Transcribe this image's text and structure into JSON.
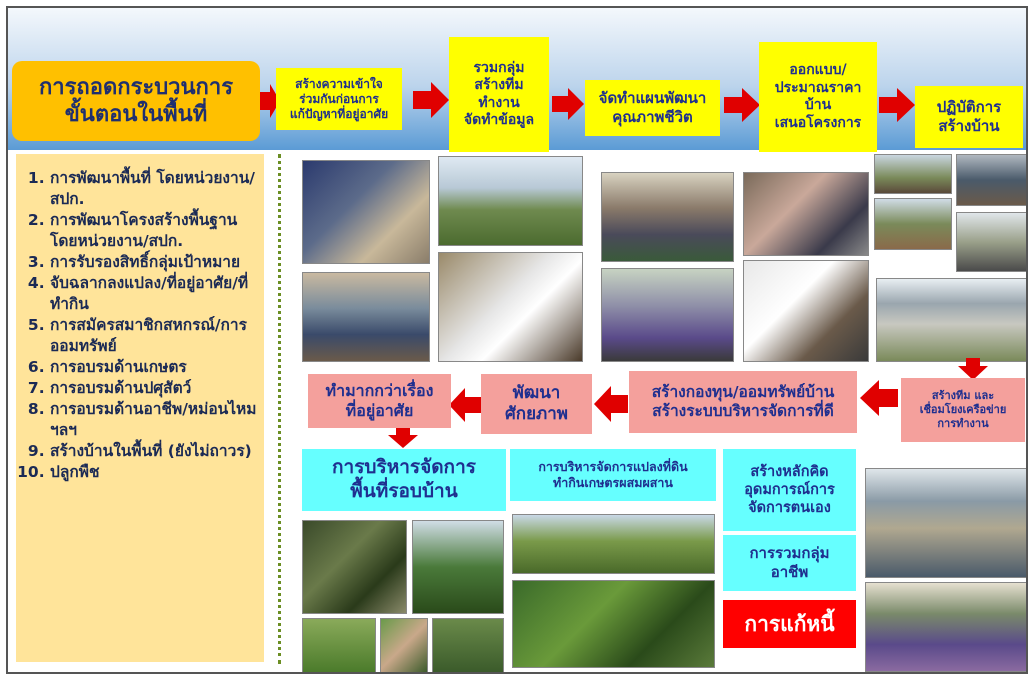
{
  "top_flow": {
    "title_line1": "การถอดกระบวนการ",
    "title_line2": "ขั้นตอนในพื้นที่",
    "steps": [
      [
        "สร้างความเข้าใจ",
        "ร่วมกันก่อนการ",
        "แก้ปัญหาที่อยู่อาศัย"
      ],
      [
        "รวมกลุ่ม",
        "สร้างทีม",
        "ทำงาน",
        "จัดทำข้อมูล"
      ],
      [
        "จัดทำแผนพัฒนา",
        "คุณภาพชีวิต"
      ],
      [
        "ออกแบบ/",
        "ประมาณราคา",
        "บ้าน",
        "เสนอโครงการ"
      ],
      [
        "ปฏิบัติการ",
        "สร้างบ้าน"
      ]
    ]
  },
  "left_list": [
    "การพัฒนาพื้นที่ โดยหน่วยงาน/สปก.",
    "การพัฒนาโครงสร้างพื้นฐานโดยหน่วยงาน/สปก.",
    "การรับรองสิทธิ์กลุ่มเป้าหมาย",
    "จับฉลากลงแปลง/ที่อยู่อาศัย/ที่ทำกิน",
    "การสมัครสมาชิกสหกรณ์/การออมทรัพย์",
    "การอบรมด้านเกษตร",
    "การอบรมด้านปศุสัตว์",
    "การอบรมด้านอาชีพ/หม่อนไหม ฯลฯ",
    "สร้างบ้านในพื้นที่ (ยังไม่ถาวร)",
    "ปลูกพืช"
  ],
  "flow_boxes": {
    "team_network": [
      "สร้างทีม และ",
      "เชื่อมโยงเครือข่าย",
      "การทำงาน"
    ],
    "fund_saving": [
      "สร้างกองทุน/ออมทรัพย์บ้าน",
      "สร้างระบบบริหารจัดการที่ดี"
    ],
    "develop": [
      "พัฒนา",
      "ศักยภาพ"
    ],
    "more_than_housing": [
      "ทำมากกว่าเรื่อง",
      "ที่อยู่อาศัย"
    ],
    "area_management": [
      "การบริหารจัดการ",
      "พื้นที่รอบบ้าน"
    ],
    "plot_management": [
      "การบริหารจัดการแปลงที่ดิน",
      "ทำกินเกษตรผสมผสาน"
    ],
    "self_management": [
      "สร้างหลักคิด",
      "อุดมการณ์การ",
      "จัดการตนเอง"
    ],
    "occupation_group": [
      "การรวมกลุ่ม",
      "อาชีพ"
    ],
    "debt_solving": "การแก้หนี้"
  },
  "colors": {
    "yellow": "#ffff00",
    "orange": "#ffc000",
    "pink": "#f4a09c",
    "cyan": "#66ffff",
    "red": "#ff0000",
    "list_bg": "#ffe49a",
    "text_navy": "#1f2f8f"
  }
}
